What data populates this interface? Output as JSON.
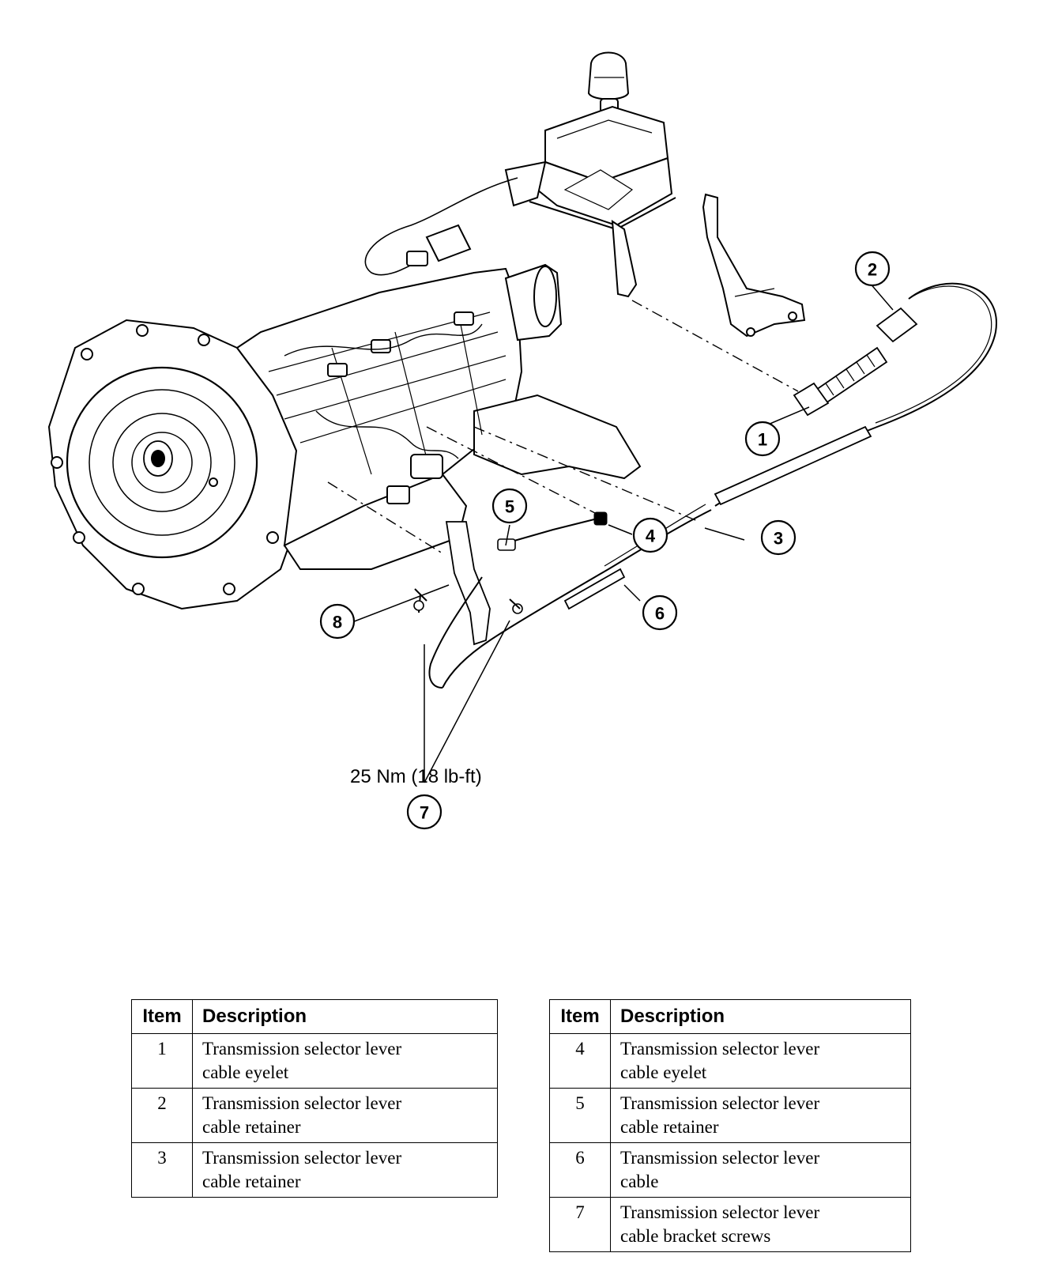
{
  "diagram": {
    "torque_label": "25 Nm (18 lb-ft)",
    "callouts": [
      "1",
      "2",
      "3",
      "4",
      "5",
      "6",
      "7",
      "8"
    ]
  },
  "legend_header": {
    "item": "Item",
    "description": "Description"
  },
  "table_left": [
    {
      "item": "1",
      "line1": "Transmission selector lever",
      "line2": "cable eyelet"
    },
    {
      "item": "2",
      "line1": "Transmission selector lever",
      "line2": "cable retainer"
    },
    {
      "item": "3",
      "line1": "Transmission selector lever",
      "line2": "cable retainer"
    }
  ],
  "table_right": [
    {
      "item": "4",
      "line1": "Transmission selector lever",
      "line2": "cable eyelet"
    },
    {
      "item": "5",
      "line1": "Transmission selector lever",
      "line2": "cable retainer"
    },
    {
      "item": "6",
      "line1": "Transmission selector lever",
      "line2": "cable"
    },
    {
      "item": "7",
      "line1": "Transmission selector lever",
      "line2": "cable bracket screws"
    }
  ]
}
